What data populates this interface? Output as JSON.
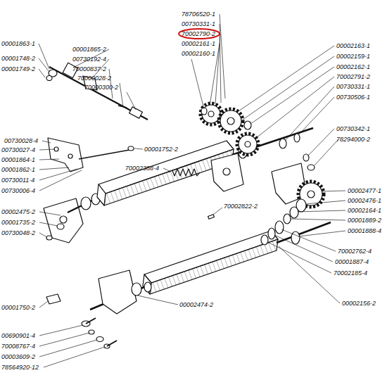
{
  "diagram": {
    "labels": [
      "78706520-1",
      "00730331-1",
      "70002790-2",
      "00002161-1",
      "00002160-1",
      "00001863-1",
      "00001865-2",
      "00001748-2",
      "00730192-4",
      "00001749-2",
      "70000837-2",
      "70000028-2",
      "70000300-2",
      "00730028-4",
      "00730027-4",
      "00001864-1",
      "00001862-1",
      "00730011-4",
      "00730006-4",
      "00001752-2",
      "70002388-4",
      "00002163-1",
      "00002159-1",
      "00002162-1",
      "70002791-2",
      "00730331-1",
      "00730506-1",
      "00730342-1",
      "78294000-2",
      "70002822-2",
      "00002477-1",
      "00002476-1",
      "00002164-1",
      "00001889-2",
      "00001888-4",
      "70002762-4",
      "00001887-4",
      "70002185-4",
      "00002475-2",
      "00001735-2",
      "00730048-2",
      "00001750-2",
      "00002474-2",
      "00002156-2",
      "00690901-4",
      "70008767-4",
      "00003609-2",
      "78564920-12"
    ]
  }
}
